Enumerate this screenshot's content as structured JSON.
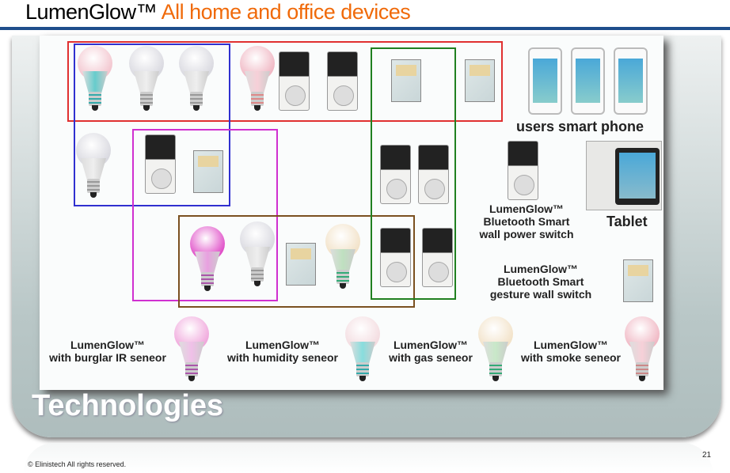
{
  "header": {
    "brand": "LumenGlow™",
    "title": "All home and office devices"
  },
  "labels": {
    "phones": "users smart phone",
    "tablet": "Tablet",
    "wall_switch": [
      "LumenGlow™",
      "Bluetooth Smart",
      "wall power switch"
    ],
    "gesture_switch": [
      "LumenGlow™",
      "Bluetooth Smart",
      "gesture wall switch"
    ],
    "burglar": [
      "LumenGlow™",
      "with burglar IR seneor"
    ],
    "humidity": [
      "LumenGlow™",
      "with humidity seneor"
    ],
    "gas": [
      "LumenGlow™",
      "with gas seneor"
    ],
    "smoke": [
      "LumenGlow™",
      "with smoke seneor"
    ]
  },
  "section": "Technologies",
  "footer": {
    "copyright": "© Elinistech  All rights reserved.",
    "page": "21"
  },
  "colors": {
    "accent": "#f06a0a",
    "rule": "#1f4e8c"
  }
}
